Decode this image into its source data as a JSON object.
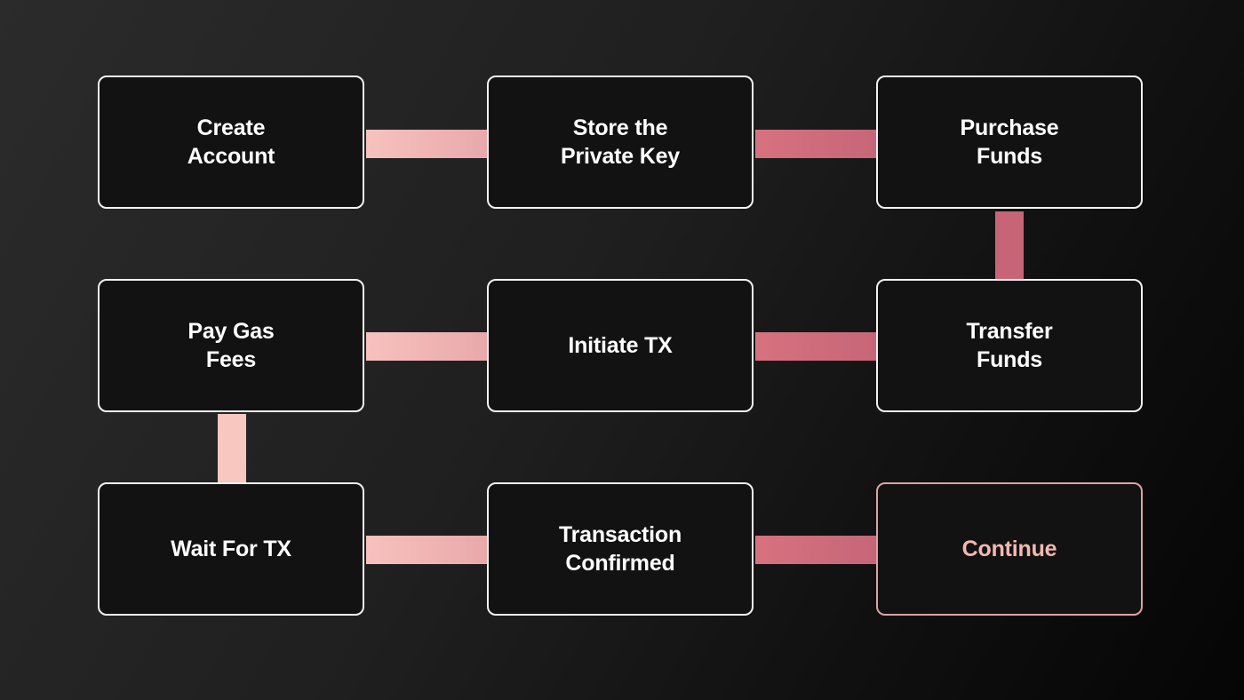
{
  "steps": [
    {
      "id": "create-account",
      "line1": "Create",
      "line2": "Account"
    },
    {
      "id": "store-private-key",
      "line1": "Store the",
      "line2": "Private Key"
    },
    {
      "id": "purchase-funds",
      "line1": "Purchase",
      "line2": "Funds"
    },
    {
      "id": "pay-gas-fees",
      "line1": "Pay Gas",
      "line2": "Fees"
    },
    {
      "id": "initiate-tx",
      "line1": "Initiate TX",
      "line2": ""
    },
    {
      "id": "transfer-funds",
      "line1": "Transfer",
      "line2": "Funds"
    },
    {
      "id": "wait-for-tx",
      "line1": "Wait For TX",
      "line2": ""
    },
    {
      "id": "transaction-confirmed",
      "line1": "Transaction",
      "line2": "Confirmed"
    },
    {
      "id": "continue",
      "line1": "Continue",
      "line2": ""
    }
  ],
  "colors": {
    "background_start": "#2b2b2b",
    "background_end": "#050505",
    "node_fill": "#121212",
    "node_border": "#f2f2f2",
    "connector_light": "#f7c2bd",
    "connector_dark": "#c66678",
    "accent_text": "#f4b8b0"
  }
}
